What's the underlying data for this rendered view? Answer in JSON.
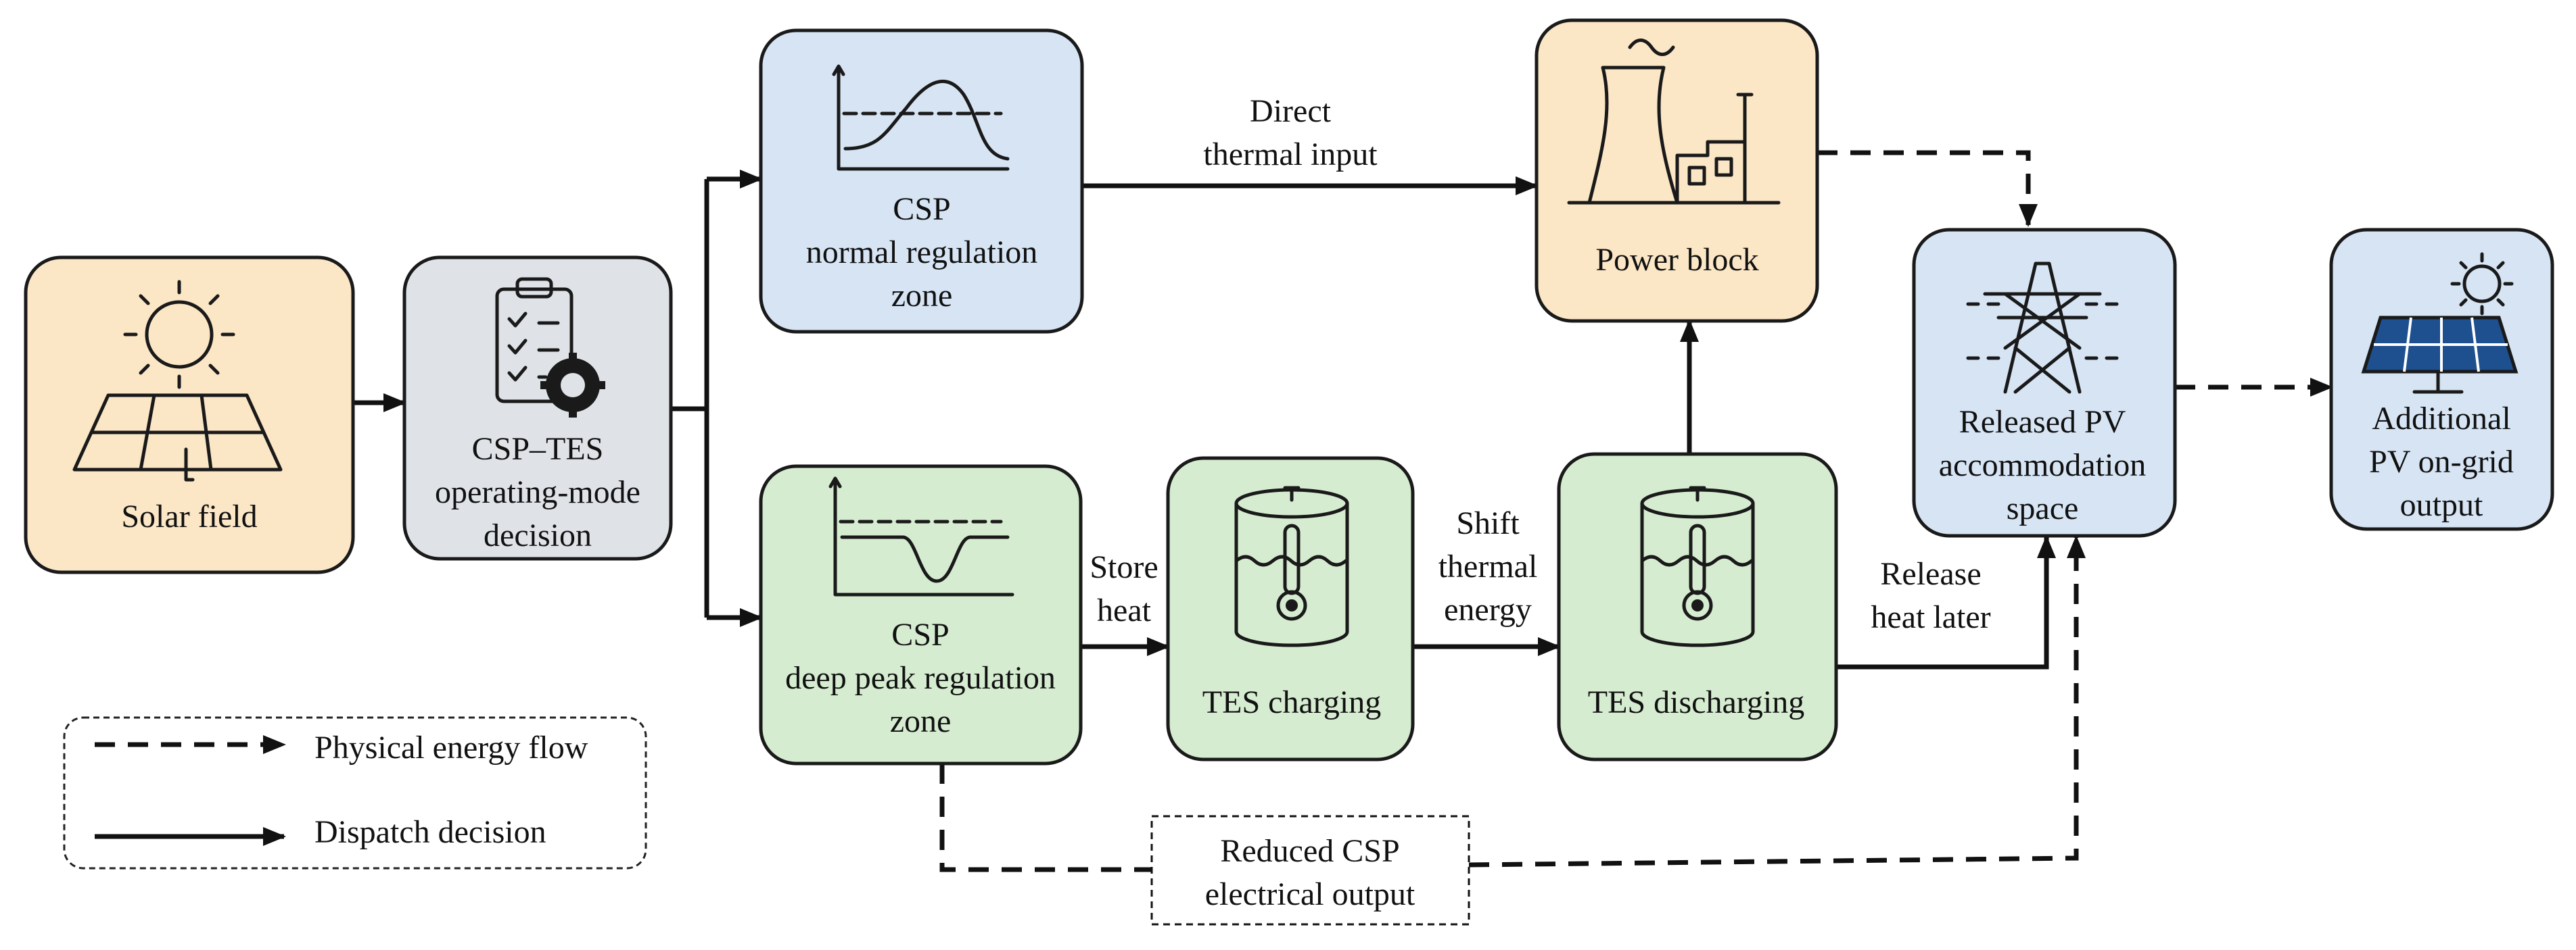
{
  "nodes": {
    "solar_field": {
      "label": [
        "Solar field"
      ],
      "fill": "#fbe6c6"
    },
    "mode_decision": {
      "label": [
        "CSP–TES",
        "operating-mode",
        "decision"
      ],
      "fill": "#dfe3e8"
    },
    "normal_zone": {
      "label": [
        "CSP",
        "normal regulation",
        "zone"
      ],
      "fill": "#d6e4f4"
    },
    "deep_peak_zone": {
      "label": [
        "CSP",
        "deep peak regulation",
        "zone"
      ],
      "fill": "#d5ecd0"
    },
    "tes_charging": {
      "label": [
        "TES charging"
      ],
      "fill": "#d5ecd0"
    },
    "tes_discharging": {
      "label": [
        "TES discharging"
      ],
      "fill": "#d5ecd0"
    },
    "power_block": {
      "label": [
        "Power block"
      ],
      "fill": "#fbe6c6"
    },
    "released_pv": {
      "label": [
        "Released PV",
        "accommodation",
        "space"
      ],
      "fill": "#d6e4f4"
    },
    "additional_pv": {
      "label": [
        "Additional",
        "PV on-grid",
        "output"
      ],
      "fill": "#d6e4f4"
    }
  },
  "edge_labels": {
    "direct_thermal": [
      "Direct",
      "thermal input"
    ],
    "store_heat": [
      "Store",
      "heat"
    ],
    "shift_thermal": [
      "Shift",
      "thermal",
      "energy"
    ],
    "release_heat": [
      "Release",
      "heat later"
    ]
  },
  "reduced_csp_box": [
    "Reduced CSP",
    "electrical output"
  ],
  "legend": {
    "physical_flow": "Physical energy flow",
    "dispatch": "Dispatch decision"
  },
  "icons": {
    "solar_field": "sun-over-solar-panel-icon",
    "mode_decision": "clipboard-checklist-gear-icon",
    "normal_zone": "wave-above-threshold-chart-icon",
    "deep_peak_zone": "dip-below-threshold-chart-icon",
    "tes_charging": "storage-tank-thermometer-icon",
    "tes_discharging": "storage-tank-thermometer-icon",
    "power_block": "power-plant-cooling-tower-icon",
    "released_pv": "transmission-tower-icon",
    "additional_pv": "sun-over-solar-panel-icon"
  }
}
